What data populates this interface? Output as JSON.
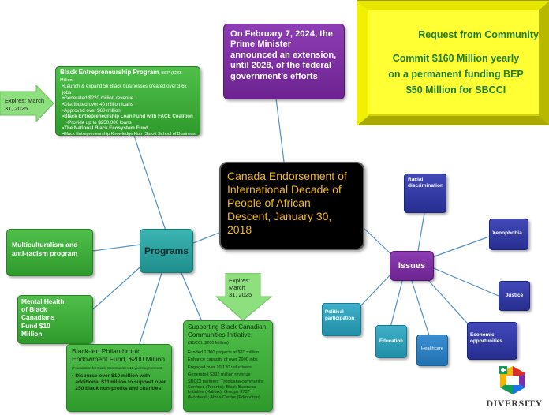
{
  "colors": {
    "green": "#3aaa35",
    "teal": "#26a29f",
    "purple": "#7b2ea3",
    "navy": "#2f3aa8",
    "yellow": "#f2f200",
    "black": "#000000",
    "title_text": "#f2b81c",
    "request_title": "#1e7d2a"
  },
  "center": {
    "text": "Canada Endorsement of International Decade of People of African Descent, January 30, 2018"
  },
  "announcement": {
    "text": "On February 7, 2024, the Prime Minister announced an extension, until 2028, of the federal government’s efforts"
  },
  "request": {
    "title": "Request from Community",
    "line1": "Commit $160 Million yearly",
    "line2": "on a permanent funding BEP",
    "line3": "$50 Million for SBCCI"
  },
  "programs_hub": {
    "label": "Programs"
  },
  "issues_hub": {
    "label": "Issues"
  },
  "bep": {
    "title": "Black Entrepreneurship Program",
    "subtitle": ", BEP ($265 Million)",
    "bullets": [
      "Launch & expand 5k Black businesses created over 3.6k jobs",
      "Generated $220 million revenue",
      "Distributed over 40 million loans",
      "Approved over $60 million",
      "Black Entrepreneurship Loan Fund with FACE Coalition",
      "Provide up to $250,000 loans",
      "The National Black Ecosystem Fund",
      "Black Entrepreneurship Knowledge Hub (Sprott School of Business & Dream Legacy Foundation (Carleton University)"
    ]
  },
  "expires_left": {
    "line1": "Expires: March",
    "line2": "31, 2025"
  },
  "expires_bottom": {
    "line1": "Expires:",
    "line2": "March",
    "line3": "31, 2025"
  },
  "multiculturalism": {
    "text": "Multiculturalism and anti-racism program"
  },
  "mental_health": {
    "text": "Mental Health of Black Canadians Fund $10 Million"
  },
  "philanthropic": {
    "title": "Black-led Philanthropic Endowment Fund, $200 Million",
    "title_small": "(Foundation for Black Communities 10 years agreement)",
    "bullet": "Disburse over $10 million with additional $11million to support over 250 black non-profits and charities"
  },
  "sbcci": {
    "title": "Supporting Black Canadian Communities Initiative",
    "title_small": "(SBCCI, $200 Million)",
    "lines": [
      "Funded 1,300 projects at $70 million",
      "Enhance capacity of over 2900 jobs",
      "Engaged over 20,130 volunteers",
      "Generated $392 million revenue",
      "SBCCI partners: Tropicana community Services (Toronto); Black Business Initiative (Halifax); Groupe 3737 (Montreal); Africa Centre (Edmonton)"
    ]
  },
  "issues": {
    "racial": "Racial discrimination",
    "xenophobia": "Xenophobia",
    "justice": "Justice",
    "economic": "Economic opportunities",
    "healthcare": "Healthcare",
    "education": "Education",
    "political": "Political participation"
  },
  "logo": {
    "text": "DIVERSITY",
    "mark_icon": "plus"
  }
}
